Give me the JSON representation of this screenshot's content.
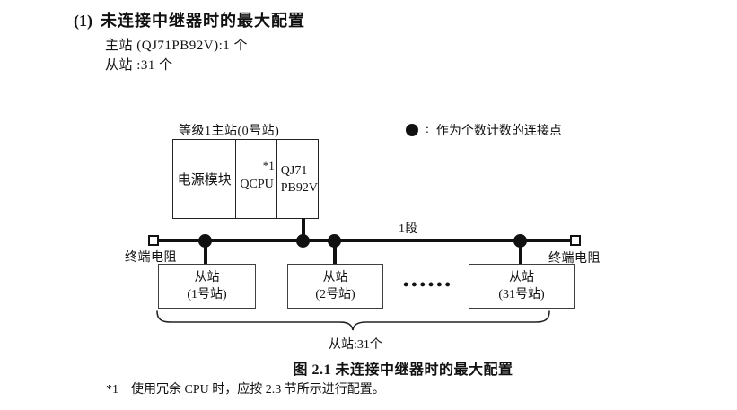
{
  "colors": {
    "ink": "#111111",
    "background": "#ffffff"
  },
  "heading": {
    "number": "(1)",
    "title": "未连接中继器时的最大配置"
  },
  "summary": {
    "master_line": "主站 (QJ71PB92V):1 个",
    "slave_line": "从站 :31 个"
  },
  "diagram": {
    "master_label": "等级1主站(0号站)",
    "master_modules": {
      "power": "电源模块",
      "cpu": "QCPU",
      "cpu_footnote_ref": "*1",
      "pb92v_line1": "QJ71",
      "pb92v_line2": "PB92V"
    },
    "legend": {
      "separator": ":",
      "text": "作为个数计数的连接点"
    },
    "segment_label": "1段",
    "terminator_left_label": "终端电阻",
    "terminator_right_label": "终端电阻",
    "slaves": [
      {
        "line1": "从站",
        "line2": "(1号站)"
      },
      {
        "line1": "从站",
        "line2": "(2号站)"
      },
      {
        "line1": "从站",
        "line2": "(31号站)"
      }
    ],
    "ellipsis": "••••••",
    "brace_label": "从站:31个"
  },
  "caption": "图 2.1 未连接中继器时的最大配置",
  "footnote": {
    "marker": "*1",
    "text": "使用冗余 CPU 时，应按 2.3 节所示进行配置。"
  }
}
